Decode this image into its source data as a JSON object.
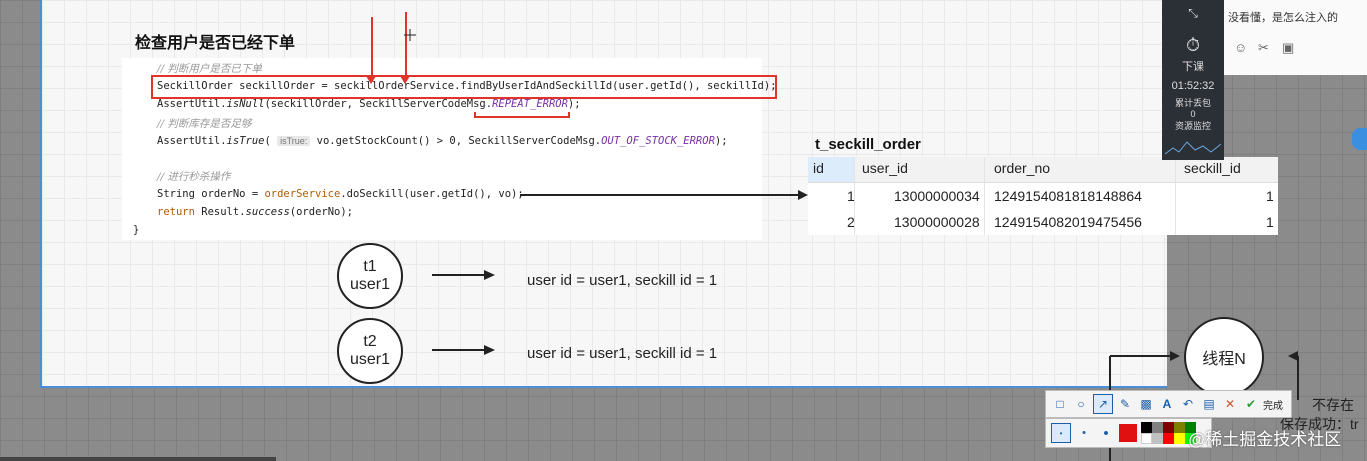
{
  "heading": "检查用户是否已经下单",
  "code": {
    "comment1": "// 判断用户是否已下单",
    "line1": "SeckillOrder seckillOrder = seckillOrderService.findByUserIdAndSeckillId(user.getId(), seckillId);",
    "line2_a": "AssertUtil.",
    "line2_b": "isNull",
    "line2_c": "(seckillOrder, SeckillServerCodeMsg.",
    "line2_d": "REPEAT_ERROR",
    "line2_e": ");",
    "comment2": "// 判断库存是否足够",
    "line3_a": "AssertUtil.",
    "line3_b": "isTrue",
    "line3_c": "( ",
    "line3_hint": "isTrue:",
    "line3_d": " vo.getStockCount() > 0, SeckillServerCodeMsg.",
    "line3_e": "OUT_OF_STOCK_ERROR",
    "line3_f": ");",
    "comment3": "// 进行秒杀操作",
    "line4_a": "String orderNo = ",
    "line4_b": "orderService",
    "line4_c": ".doSeckill(user.getId(), vo);",
    "line5_a": "return",
    "line5_b": " Result.",
    "line5_c": "success",
    "line5_d": "(orderNo);",
    "line6": "}"
  },
  "table": {
    "name": "t_seckill_order",
    "headers": [
      "id",
      "user_id",
      "order_no",
      "seckill_id"
    ],
    "rows": [
      [
        "1",
        "13000000034",
        "1249154081818148864",
        "1"
      ],
      [
        "2",
        "13000000028",
        "1249154082019475456",
        "1"
      ]
    ]
  },
  "threads": [
    {
      "top": "t1",
      "bottom": "user1",
      "note": "user id = user1, seckill id = 1"
    },
    {
      "top": "t2",
      "bottom": "user1",
      "note": "user id = user1, seckill id = 1"
    }
  ],
  "threadN": "线程N",
  "right_notes": {
    "not_exist": "不存在",
    "saved": "保存成功：tr"
  },
  "video_panel": {
    "label": "下课",
    "time": "01:52:32",
    "stat1": "累计丢包",
    "stat2": "0",
    "stat3": "资源监控"
  },
  "chat": {
    "message": "没看懂，是怎么注入的"
  },
  "toolbar": {
    "done": "完成"
  },
  "watermark": "@稀土掘金技术社区",
  "colors": {
    "accent_red": "#e0342a",
    "selection_blue": "#4a90d9",
    "table_header": "#dcecfb"
  }
}
